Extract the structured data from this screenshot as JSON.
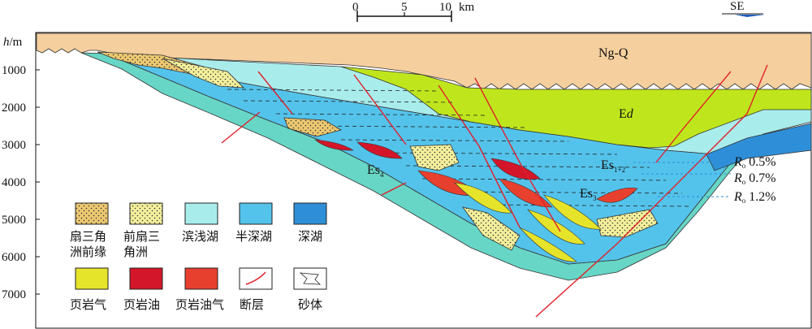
{
  "scale_bar": {
    "ticks": [
      "0",
      "5",
      "10"
    ],
    "unit": "km"
  },
  "direction": "SE",
  "y_axis": {
    "label_italic": "h",
    "label_rest": "/m",
    "ticks": [
      "1000",
      "2000",
      "3000",
      "4000",
      "5000",
      "6000",
      "7000"
    ]
  },
  "formations": {
    "ngq": "Ng-Q",
    "ed_prefix": "E",
    "ed_italic": "d",
    "es12_main": "Es",
    "es12_sub": "1+2",
    "es3_main": "Es",
    "es3_sub": "3",
    "es4_main": "Es",
    "es4_sub": "4"
  },
  "ro_labels": [
    {
      "symbol": "R",
      "sub": "o",
      "value": "0.5%"
    },
    {
      "symbol": "R",
      "sub": "o",
      "value": "0.7%"
    },
    {
      "symbol": "R",
      "sub": "o",
      "value": "1.2%"
    }
  ],
  "legend": [
    {
      "line1": "扇三角",
      "line2": "洲前缘",
      "color": "#ecc870",
      "pattern": "dots"
    },
    {
      "line1": "前扇三",
      "line2": "角洲",
      "color": "#f3ef9b",
      "pattern": "dots"
    },
    {
      "line1": "滨浅湖",
      "line2": "",
      "color": "#a9ecec",
      "pattern": "none"
    },
    {
      "line1": "半深湖",
      "line2": "",
      "color": "#54c3ec",
      "pattern": "none"
    },
    {
      "line1": "深湖",
      "line2": "",
      "color": "#2e8fd8",
      "pattern": "none"
    },
    {
      "line1": "页岩气",
      "line2": "",
      "color": "#e6e42a",
      "pattern": "none"
    },
    {
      "line1": "页岩油",
      "line2": "",
      "color": "#d4162a",
      "pattern": "none"
    },
    {
      "line1": "页岩油气",
      "line2": "",
      "color": "#e8402e",
      "pattern": "none"
    },
    {
      "line1": "断层",
      "line2": "",
      "color": "#e0202a",
      "pattern": "fault"
    },
    {
      "line1": "砂体",
      "line2": "",
      "color": "#ffffff",
      "pattern": "sand"
    }
  ],
  "colors": {
    "ngq": "#f5cf9e",
    "ed": "#bfe61c",
    "shallow": "#a9ecec",
    "semi_deep": "#54c3ec",
    "deep": "#2e8fd8",
    "es4": "#67d6c6",
    "fan_front": "#ecc870",
    "pre_fan": "#f3ef9b",
    "shale_gas": "#e6e42a",
    "shale_oil": "#d4162a",
    "shale_oil_gas": "#e8402e",
    "fault": "#e0202a"
  }
}
